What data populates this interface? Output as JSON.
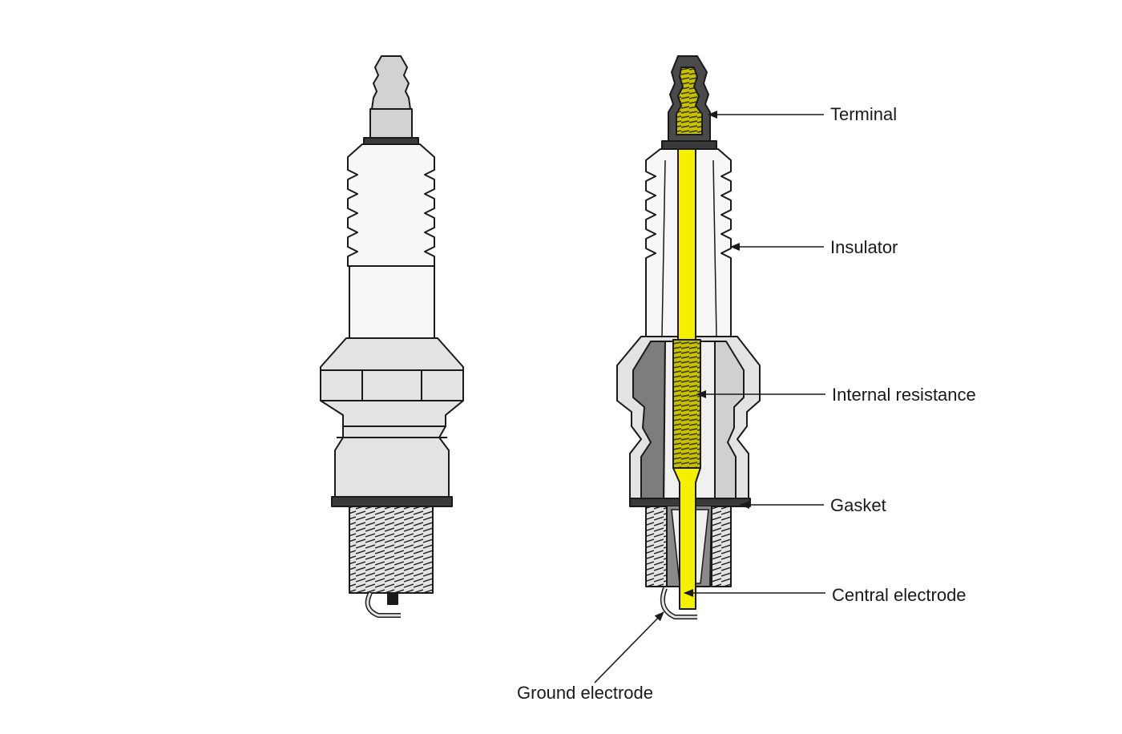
{
  "labels": {
    "terminal": "Terminal",
    "insulator": "Insulator",
    "internal_resistance": "Internal resistance",
    "gasket": "Gasket",
    "central_electrode": "Central electrode",
    "ground_electrode": "Ground electrode"
  },
  "colors": {
    "body": "#e3e3e3",
    "insulator": "#f7f7f7",
    "outline": "#1a1a1a",
    "conductor": "#f5f000",
    "section_shadow": "#7d7d7d",
    "dark_steel": "#4a4a4a"
  }
}
